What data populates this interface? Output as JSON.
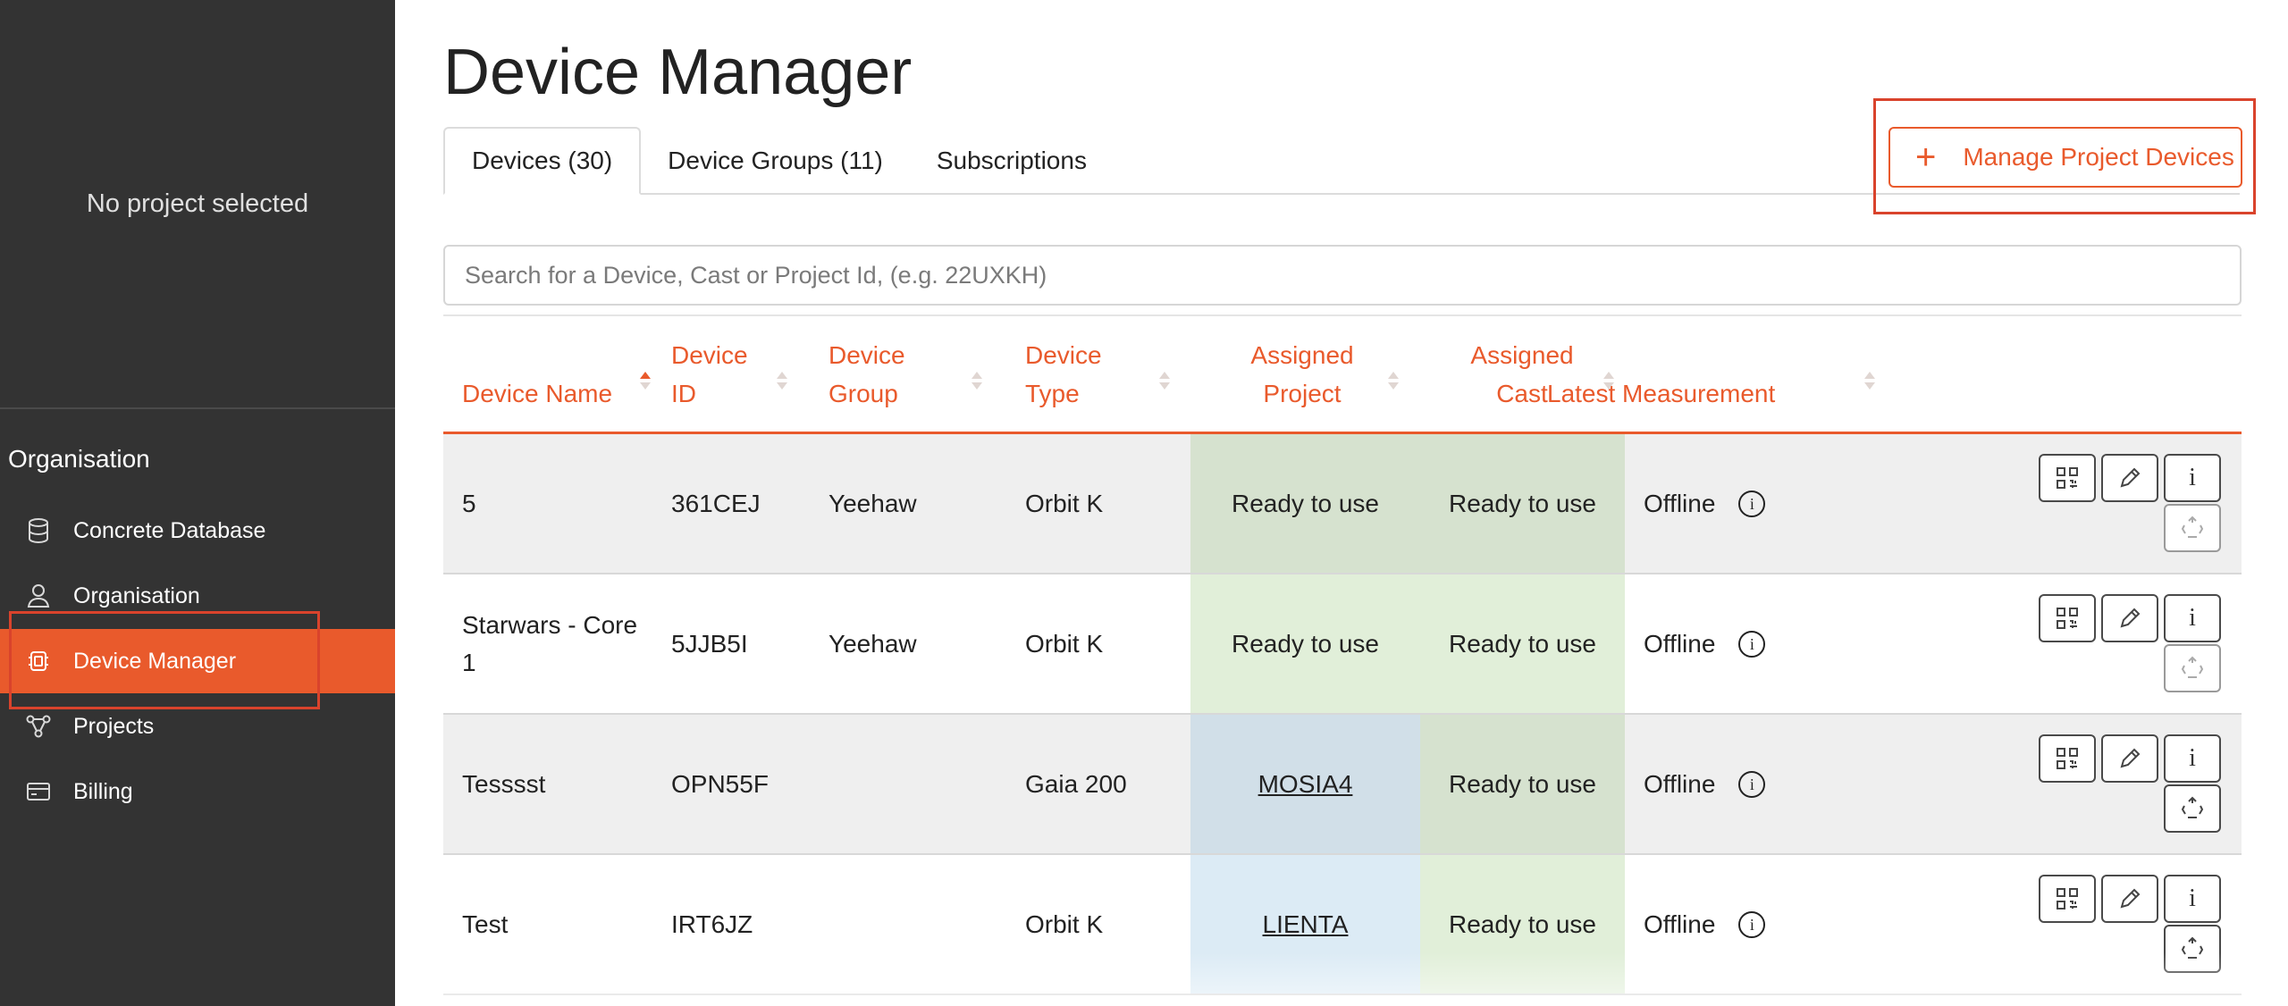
{
  "sidebar": {
    "project_status": "No project selected",
    "section_title": "Organisation",
    "items": [
      {
        "label": "Concrete Database",
        "icon": "database-icon"
      },
      {
        "label": "Organisation",
        "icon": "user-icon"
      },
      {
        "label": "Device Manager",
        "icon": "chip-icon",
        "active": true
      },
      {
        "label": "Projects",
        "icon": "network-icon"
      },
      {
        "label": "Billing",
        "icon": "card-icon"
      }
    ]
  },
  "main": {
    "title": "Device Manager",
    "tabs": [
      {
        "label": "Devices (30)",
        "active": true
      },
      {
        "label": "Device Groups (11)"
      },
      {
        "label": "Subscriptions"
      }
    ],
    "manage_button": {
      "icon": "+",
      "label": "Manage Project Devices"
    },
    "search": {
      "placeholder": "Search for a Device, Cast or Project Id, (e.g. 22UXKH)",
      "value": ""
    }
  },
  "table": {
    "columns": [
      {
        "line1": "",
        "line2": "Device Name"
      },
      {
        "line1": "Device",
        "line2": "ID"
      },
      {
        "line1": "Device",
        "line2": "Group"
      },
      {
        "line1": "Device",
        "line2": "Type"
      },
      {
        "line1": "Assigned",
        "line2": "Project"
      },
      {
        "line1": "Assigned",
        "line2": "Cast"
      },
      {
        "line1": "",
        "line2": "Latest Measurement"
      }
    ],
    "rows": [
      {
        "name": "5",
        "id": "361CEJ",
        "group": "Yeehaw",
        "type": "Orbit K",
        "project": "Ready to use",
        "cast": "Ready to use",
        "measurement": "Offline"
      },
      {
        "name": "Starwars - Core 1",
        "id": "5JJB5I",
        "group": "Yeehaw",
        "type": "Orbit K",
        "project": "Ready to use",
        "cast": "Ready to use",
        "measurement": "Offline"
      },
      {
        "name": "Tesssst",
        "id": "OPN55F",
        "group": "",
        "type": "Gaia 200",
        "project": "MOSIA4",
        "cast": "Ready to use",
        "measurement": "Offline"
      },
      {
        "name": "Test",
        "id": "IRT6JZ",
        "group": "",
        "type": "Orbit K",
        "project": "LIENTA",
        "cast": "Ready to use",
        "measurement": "Offline"
      }
    ],
    "action_labels": {
      "info": "i"
    }
  },
  "colors": {
    "accent": "#e95a2c",
    "sidebar_bg": "#333333",
    "ready_green_odd": "#d6e2cf",
    "ready_green_even": "#e1efd9",
    "assigned_blue_odd": "#d1dfe8",
    "assigned_blue_even": "#dcebf5"
  }
}
